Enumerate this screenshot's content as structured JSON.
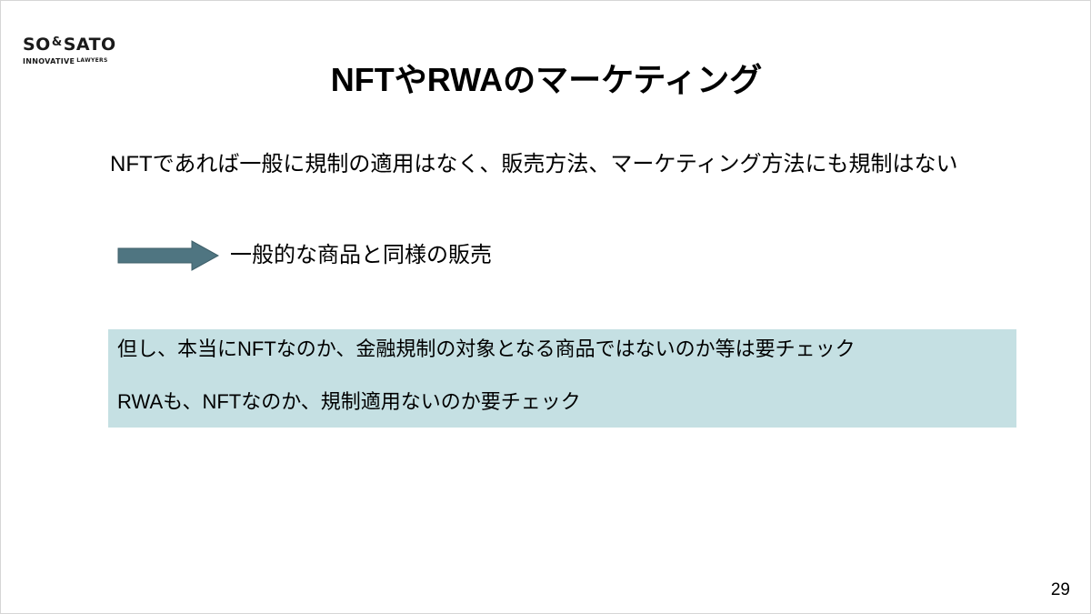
{
  "logo": {
    "name_left": "SO",
    "ampersand": "&",
    "name_right": "SATO",
    "tagline": "INNOVATIVE",
    "tagline_small": "LAWYERS"
  },
  "slide": {
    "title": "NFTやRWAのマーケティング",
    "body": "NFTであれば一般に規制の適用はなく、販売方法、マーケティング方法にも規制はない",
    "arrow_text": "一般的な商品と同様の販売",
    "note": {
      "line1": "但し、本当にNFTなのか、金融規制の対象となる商品ではないのか等は要チェック",
      "line2": "RWAも、NFTなのか、規制適用ないのか要チェック"
    },
    "page_number": "29"
  },
  "colors": {
    "arrow_fill": "#4f7581",
    "note_background": "#c5e0e3"
  }
}
